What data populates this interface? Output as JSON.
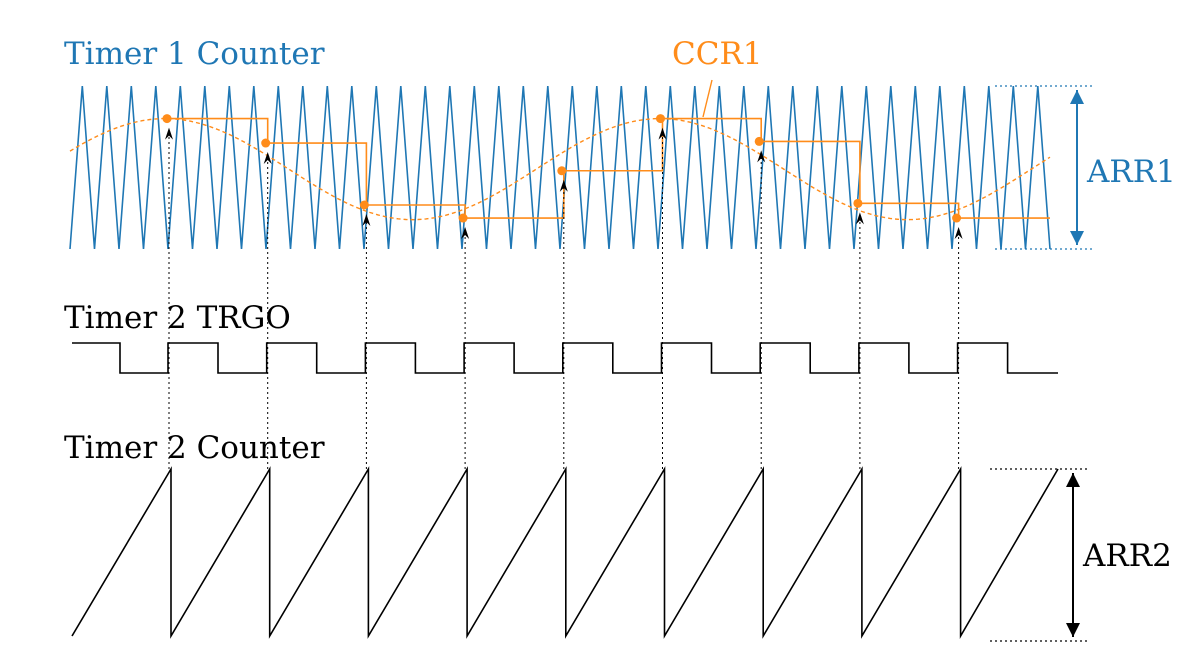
{
  "labels": {
    "timer1_counter": "Timer 1 Counter",
    "ccr1": "CCR1",
    "arr1": "ARR1",
    "timer2_trgo": "Timer 2 TRGO",
    "timer2_counter": "Timer 2 Counter",
    "arr2": "ARR2"
  },
  "colors": {
    "timer1": "#1f77b4",
    "ccr": "#ff8c1a",
    "black": "#000000"
  },
  "signals": {
    "timer1_triangle_cycles": 40,
    "timer2_periods": 10,
    "ccr1_sample_levels": [
      0.8,
      0.65,
      0.27,
      0.19,
      0.48,
      0.8,
      0.66,
      0.28,
      0.19
    ]
  }
}
